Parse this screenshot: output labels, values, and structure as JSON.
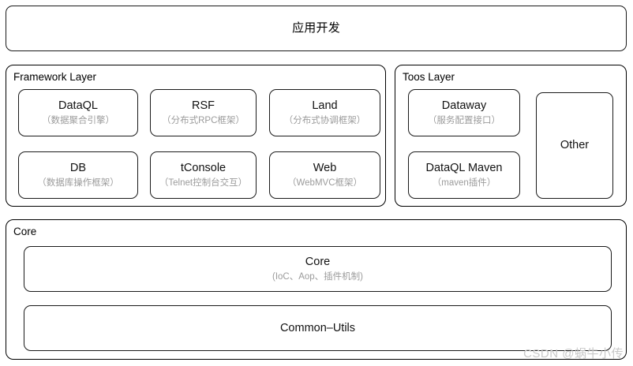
{
  "diagram": {
    "top_box": {
      "label": "应用开发"
    },
    "framework_layer": {
      "label": "Framework Layer",
      "items": [
        {
          "title": "DataQL",
          "subtitle": "（数据聚合引擎）"
        },
        {
          "title": "RSF",
          "subtitle": "（分布式RPC框架）"
        },
        {
          "title": "Land",
          "subtitle": "（分布式协调框架）"
        },
        {
          "title": "DB",
          "subtitle": "（数据库操作框架）"
        },
        {
          "title": "tConsole",
          "subtitle": "（Telnet控制台交互）"
        },
        {
          "title": "Web",
          "subtitle": "（WebMVC框架）"
        }
      ]
    },
    "tools_layer": {
      "label": "Toos Layer",
      "items": [
        {
          "title": "Dataway",
          "subtitle": "（服务配置接口）"
        },
        {
          "title": "DataQL Maven",
          "subtitle": "（maven插件）"
        },
        {
          "title": "Other",
          "subtitle": ""
        }
      ]
    },
    "core_layer": {
      "label": "Core",
      "items": [
        {
          "title": "Core",
          "subtitle": "(IoC、Aop、插件机制)"
        },
        {
          "title": "Common–Utils",
          "subtitle": ""
        }
      ]
    },
    "watermark": "CSDN @蜗牛小传"
  },
  "colors": {
    "stroke": "#000000",
    "title_text": "#111111",
    "subtitle_text": "#9b9b9b",
    "watermark": "#c9c9c9",
    "background": "#ffffff"
  }
}
